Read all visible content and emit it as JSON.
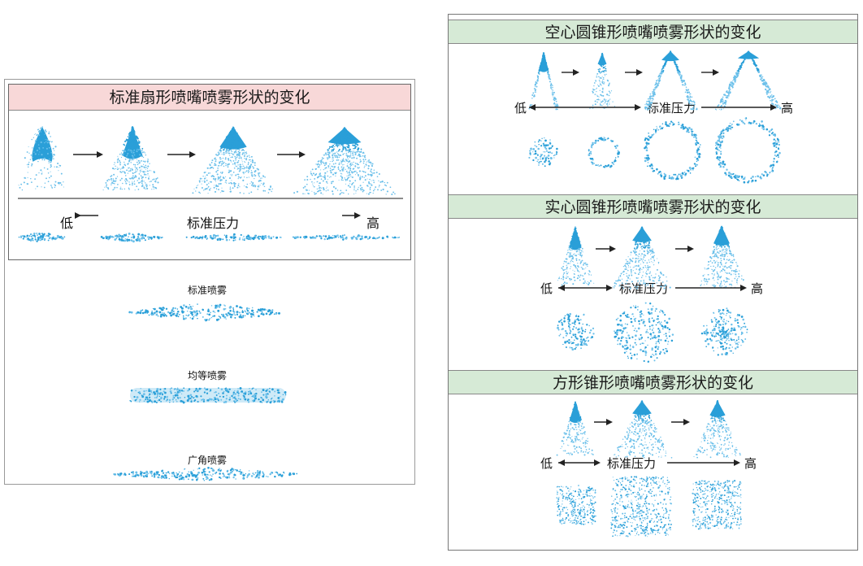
{
  "left_panel": {
    "title": "标准扇形喷嘴喷雾形状的变化",
    "title_bg": "#f8d8d8",
    "pressure": {
      "low": "低",
      "label": "标准压力",
      "high": "高"
    },
    "patterns": [
      {
        "caption": "标准喷雾"
      },
      {
        "caption": "均等喷雾"
      },
      {
        "caption": "广角喷雾"
      }
    ]
  },
  "right_panel": {
    "header_bg": "#d6ead6",
    "sections": [
      {
        "title": "空心圆锥形喷嘴喷雾形状的变化",
        "low": "低",
        "label": "标准压力",
        "high": "高"
      },
      {
        "title": "实心圆锥形喷嘴喷雾形状的变化",
        "low": "低",
        "label": "标准压力",
        "high": "高"
      },
      {
        "title": "方形锥形喷嘴喷雾形状的变化",
        "low": "低",
        "label": "标准压力",
        "high": "高"
      }
    ]
  },
  "colors": {
    "spray": "#2a9fd8",
    "spray_light": "#6cc0ea",
    "arrow": "#222222"
  }
}
